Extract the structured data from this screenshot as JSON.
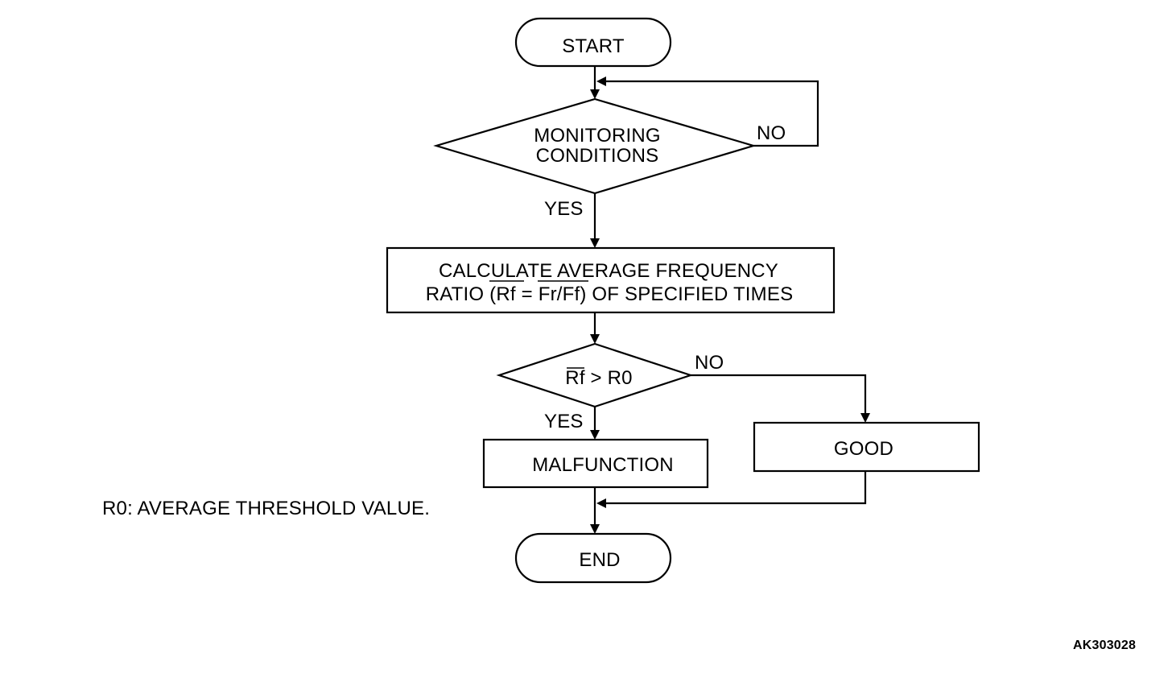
{
  "flowchart": {
    "start": "START",
    "decision1": {
      "line1": "MONITORING",
      "line2": "CONDITIONS",
      "no": "NO",
      "yes": "YES"
    },
    "process": {
      "line1": "CALCULATE AVERAGE FREQUENCY",
      "line2_prefix": "RATIO (",
      "line2_rf": "Rf",
      "line2_eq": " = ",
      "line2_ratio": "Fr/Ff",
      "line2_suffix": ") OF SPECIFIED TIMES"
    },
    "decision2": {
      "rf": "Rf",
      "rest": " > R0",
      "no": "NO",
      "yes": "YES"
    },
    "malfunction": "MALFUNCTION",
    "good": "GOOD",
    "end": "END"
  },
  "note": "R0: AVERAGE THRESHOLD VALUE.",
  "figure_code": "AK303028"
}
